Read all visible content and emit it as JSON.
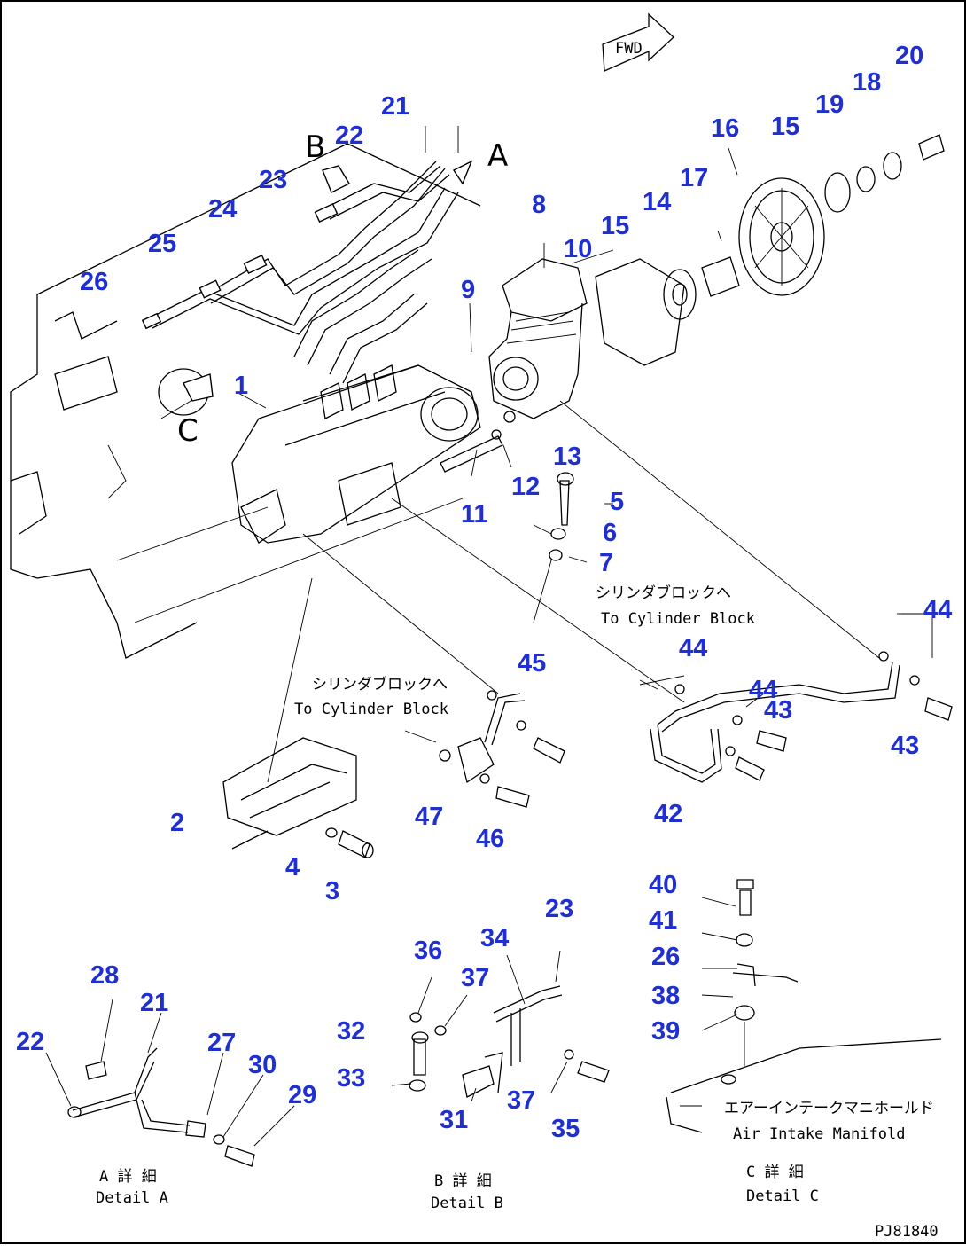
{
  "diagram": {
    "callout_color": "#1f2fd0",
    "fwd_label": "FWD",
    "view_letters": {
      "a": "A",
      "b": "B",
      "c": "C"
    },
    "callouts": [
      "1",
      "2",
      "3",
      "4",
      "5",
      "6",
      "7",
      "8",
      "9",
      "10",
      "11",
      "12",
      "13",
      "14",
      "15",
      "15",
      "16",
      "17",
      "18",
      "19",
      "20",
      "21",
      "22",
      "23",
      "24",
      "25",
      "26",
      "42",
      "43",
      "43",
      "44",
      "44",
      "44",
      "44",
      "45",
      "46",
      "47",
      "28",
      "21",
      "22",
      "27",
      "30",
      "29",
      "36",
      "34",
      "23",
      "37",
      "32",
      "33",
      "31",
      "37",
      "35",
      "40",
      "41",
      "26",
      "38",
      "39"
    ],
    "annotations": {
      "to_cyl_block_jp_1": "シリンダブロックへ",
      "to_cyl_block_en_1": "To Cylinder Block",
      "to_cyl_block_jp_2": "シリンダブロックへ",
      "to_cyl_block_en_2": "To Cylinder Block",
      "air_manifold_jp": "エアーインテークマニホールド",
      "air_manifold_en": "Air Intake Manifold"
    },
    "details": {
      "a_jp": "A 詳 細",
      "a_en": "Detail A",
      "b_jp": "B 詳 細",
      "b_en": "Detail B",
      "c_jp": "C 詳 細",
      "c_en": "Detail C"
    },
    "drawing_code": "PJ81840"
  }
}
